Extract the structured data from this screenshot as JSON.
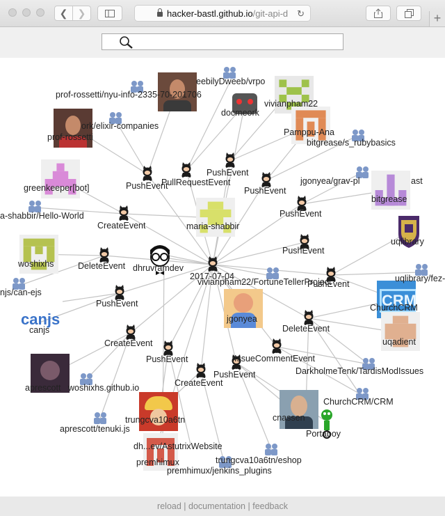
{
  "browser": {
    "url_host": "hacker-bastl.github.io",
    "url_path": "/git-api-d",
    "reload_icon": "reload-icon"
  },
  "search": {
    "placeholder": ""
  },
  "nodes": {
    "prof_rossetti_repo": "prof-rossetti/nyu-info-2335-70-201706",
    "ebily_repo": "eebilyDweeb/vrpo",
    "elixir_repo": "ork/elixir-companies",
    "prof_rossetti": "prof-rossetti",
    "docmeork": "docmeork",
    "vivianpham_user": "vivianpham22",
    "pamppu": "Pamppu-Ana",
    "bitgrease_repo": "bitgrease/s_rubybasics",
    "push1": "PushEvent",
    "pullrequest": "PullRequestEvent",
    "push2": "PushEvent",
    "push3": "PushEvent",
    "greenkeeper": "greenkeeper[bot]",
    "jgonyea_repo": "jgonyea/grav-pl",
    "ast": "ast",
    "bitgrease": "bitgrease",
    "maria_repo": "a-shabbir/Hello-World",
    "createevent1": "CreateEvent",
    "maria": "maria-shabbir",
    "push4": "PushEvent",
    "uqlibrary": "uqlibrary",
    "woshixhs": "woshixhs",
    "push5": "PushEvent",
    "deleteevent1": "DeleteEvent",
    "dhruvramdev": "dhruvramdev",
    "date": "2017-07-04",
    "fortune_repo": "vivianpham22/FortuneTellerProject",
    "uql_fez": "uqlibrary/fez-fron",
    "canjs_repo": "njs/can-ejs",
    "push6": "PushEvent",
    "push7": "PushEvent",
    "churchcrm": "ChurchCRM",
    "jgonyea": "jgonyea",
    "canjs": "canjs",
    "canjs_logo": "canjs",
    "deleteevent2": "DeleteEvent",
    "uqadient": "uqadient",
    "createevent2": "CreateEvent",
    "push8": "PushEvent",
    "issuecomment": "IssueCommentEvent",
    "apprescott": "aprescott",
    "woshixhs_repo": "woshixhs.github.io",
    "push9": "PushEvent",
    "darkholme": "DarkholmeTenk/TardisModIssues",
    "createevent3": "CreateEvent",
    "churchcrm_repo": "ChurchCRM/CRM",
    "trung": "trungcva10a6tn",
    "cnassen": "cnassen",
    "tenuki": "aprescott/tenuki.js",
    "portaboy": "Portaboy",
    "astutrix": "dh...ev/AstutrixWebsite",
    "eshop": "trungcva10a6tn/eshop",
    "premhimux": "premhimux",
    "jenkins": "premhimux/jenkins_plugins"
  },
  "footer": {
    "reload": "reload",
    "sep1": " | ",
    "documentation": "documentation",
    "sep2": " | ",
    "feedback": "feedback"
  }
}
